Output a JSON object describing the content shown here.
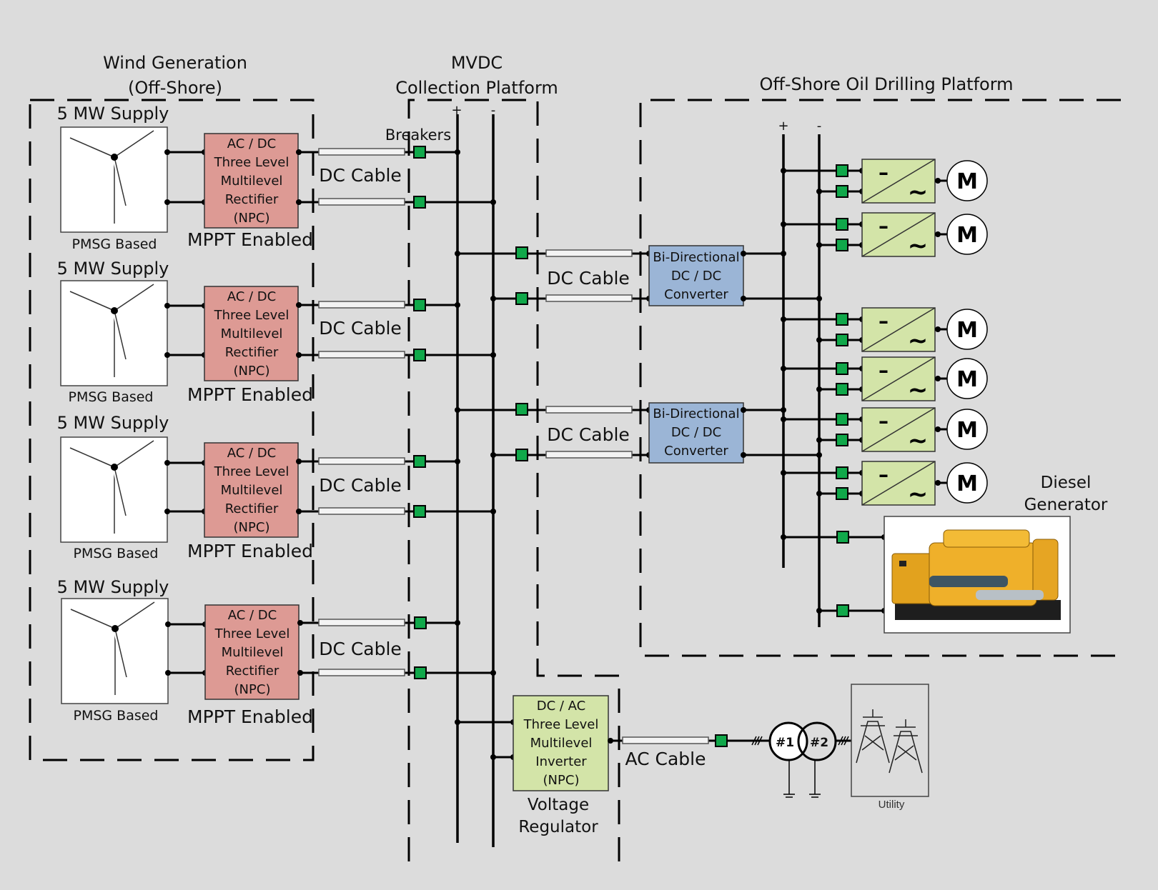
{
  "regions": {
    "wind": {
      "line1": "Wind Generation",
      "line2": "(Off-Shore)"
    },
    "mvdc": {
      "line1": "MVDC",
      "line2": "Collection Platform"
    },
    "oil": {
      "label": "Off-Shore Oil Drilling Platform"
    }
  },
  "wind_units": [
    {
      "supply": "5 MW Supply",
      "turbine": "PMSG Based",
      "rect": [
        "AC / DC",
        "Three Level",
        "Multilevel",
        "Rectifier",
        "(NPC)"
      ],
      "mppt": "MPPT Enabled",
      "cable": "DC Cable"
    },
    {
      "supply": "5 MW Supply",
      "turbine": "PMSG Based",
      "rect": [
        "AC / DC",
        "Three Level",
        "Multilevel",
        "Rectifier",
        "(NPC)"
      ],
      "mppt": "MPPT Enabled",
      "cable": "DC Cable"
    },
    {
      "supply": "5 MW Supply",
      "turbine": "PMSG Based",
      "rect": [
        "AC / DC",
        "Three Level",
        "Multilevel",
        "Rectifier",
        "(NPC)"
      ],
      "mppt": "MPPT Enabled",
      "cable": "DC Cable"
    },
    {
      "supply": "5 MW Supply",
      "turbine": "PMSG Based",
      "rect": [
        "AC / DC",
        "Three Level",
        "Multilevel",
        "Rectifier",
        "(NPC)"
      ],
      "mppt": "MPPT Enabled",
      "cable": "DC Cable"
    }
  ],
  "breakers_label": "Breakers",
  "bus_plus": "+",
  "bus_minus": "-",
  "links": [
    {
      "cable": "DC Cable",
      "converter": [
        "Bi-Directional",
        "DC / DC",
        "Converter"
      ]
    },
    {
      "cable": "DC Cable",
      "converter": [
        "Bi-Directional",
        "DC / DC",
        "Converter"
      ]
    }
  ],
  "drive": {
    "dc_symbol": "–",
    "ac_symbol": "~"
  },
  "motor_label": "M",
  "diesel": {
    "line1": "Diesel",
    "line2": "Generator"
  },
  "inverter": {
    "lines": [
      "DC / AC",
      "Three Level",
      "Multilevel",
      "Inverter",
      "(NPC)"
    ],
    "caption1": "Voltage",
    "caption2": "Regulator"
  },
  "ac_cable": "AC Cable",
  "transformer": {
    "t1": "#1",
    "t2": "#2"
  },
  "utility": "Utility",
  "colors": {
    "rectifier": "#dd9a94",
    "converter": "#9bb5d6",
    "drive": "#d3e4a8",
    "inverter": "#d3e4a8",
    "breaker": "#10a84a",
    "background": "#dcdcdc"
  }
}
